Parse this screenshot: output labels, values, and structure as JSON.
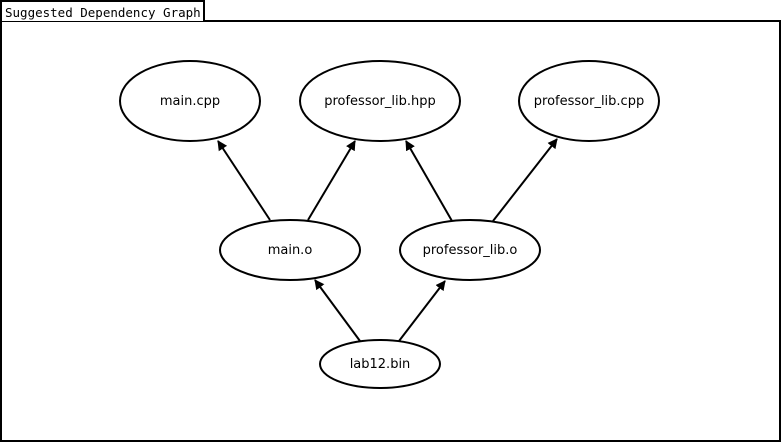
{
  "tab": {
    "title": "Suggested Dependency Graph"
  },
  "graph": {
    "nodes": [
      {
        "id": "main_cpp",
        "label": "main.cpp"
      },
      {
        "id": "professor_lib_hpp",
        "label": "professor_lib.hpp"
      },
      {
        "id": "professor_lib_cpp",
        "label": "professor_lib.cpp"
      },
      {
        "id": "main_o",
        "label": "main.o"
      },
      {
        "id": "professor_lib_o",
        "label": "professor_lib.o"
      },
      {
        "id": "lab12_bin",
        "label": "lab12.bin"
      }
    ],
    "edges": [
      {
        "from": "main_o",
        "to": "main_cpp"
      },
      {
        "from": "main_o",
        "to": "professor_lib_hpp"
      },
      {
        "from": "professor_lib_o",
        "to": "professor_lib_hpp"
      },
      {
        "from": "professor_lib_o",
        "to": "professor_lib_cpp"
      },
      {
        "from": "lab12_bin",
        "to": "main_o"
      },
      {
        "from": "lab12_bin",
        "to": "professor_lib_o"
      }
    ]
  }
}
